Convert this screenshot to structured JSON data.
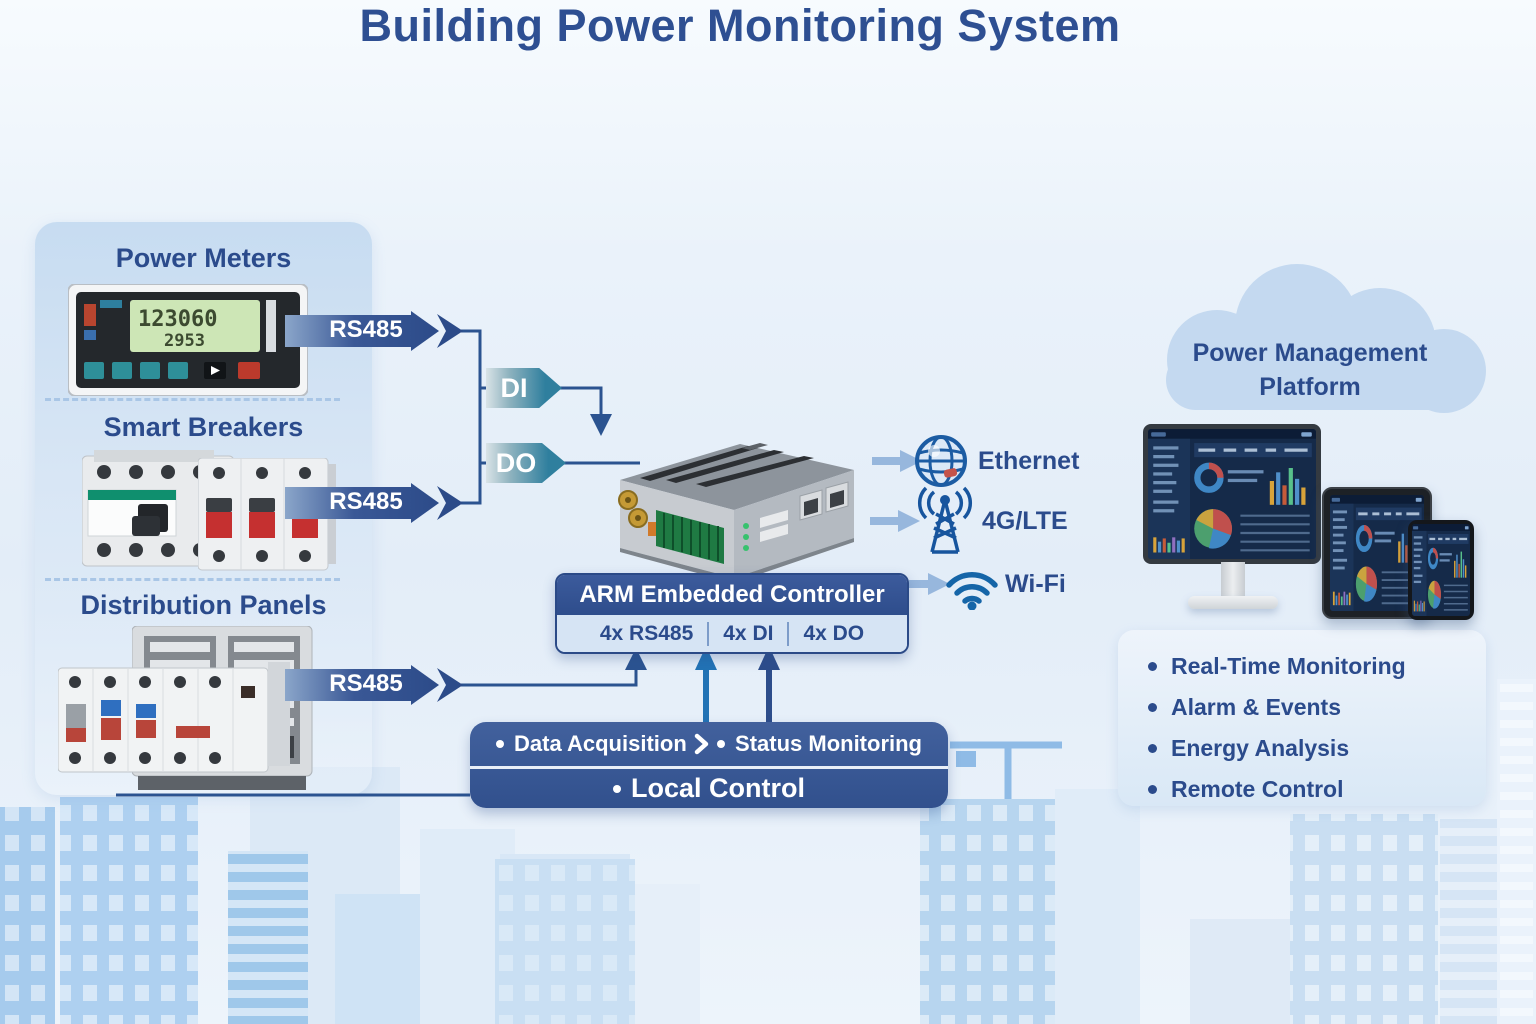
{
  "title": "Building Power Monitoring System",
  "sources": {
    "power_meters": {
      "label": "Power Meters",
      "bus": "RS485"
    },
    "smart_breakers": {
      "label": "Smart Breakers",
      "bus": "RS485"
    },
    "distribution_panels": {
      "label": "Distribution Panels",
      "bus": "RS485"
    }
  },
  "io": {
    "di": "DI",
    "do": "DO"
  },
  "controller": {
    "name": "ARM Embedded Controller",
    "specs": [
      "4x RS485",
      "4x DI",
      "4x DO"
    ]
  },
  "connectivity": {
    "ethernet": "Ethernet",
    "cellular": "4G/LTE",
    "wifi": "Wi-Fi"
  },
  "cloud": {
    "line1": "Power Management",
    "line2": "Platform"
  },
  "platform_features": [
    "Real-Time Monitoring",
    "Alarm & Events",
    "Energy Analysis",
    "Remote Control"
  ],
  "process": {
    "step1": "Data Acquisition",
    "step2": "Status Monitoring",
    "step3": "Local Control"
  },
  "icons": {
    "ethernet": "globe-icon",
    "cellular": "cell-tower-icon",
    "wifi": "wifi-icon",
    "flow": "chevron-right-icon"
  },
  "colors": {
    "primary_blue": "#2c4d8d",
    "teal": "#2f7f9e",
    "light_arrow": "#97b7dd",
    "panel_blue": "#c8dcf1",
    "process_bar": "#35548f"
  }
}
